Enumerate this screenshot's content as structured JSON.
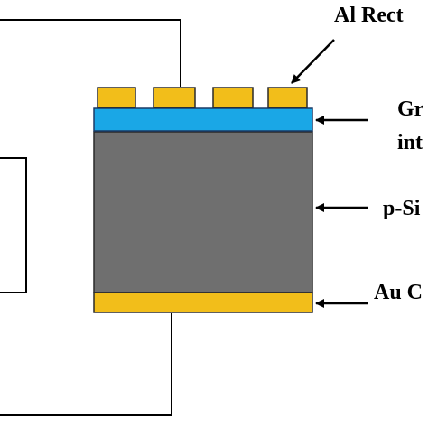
{
  "labels": {
    "top_contacts": "Al Rect",
    "interlayer_line1": "Gr",
    "interlayer_line2": "int",
    "substrate": "p-Si",
    "back_contact": "Au C"
  },
  "colors": {
    "contact_gold": "#f2be1a",
    "interlayer_blue": "#1aa7e6",
    "substrate_gray": "#6f6f6f",
    "wire": "#000000"
  }
}
